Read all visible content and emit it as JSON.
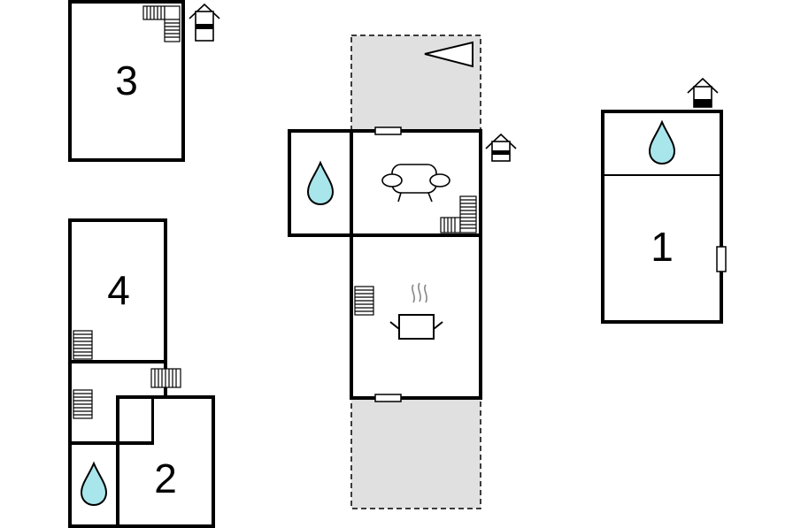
{
  "rooms": {
    "room_1": {
      "label": "1"
    },
    "room_2": {
      "label": "2"
    },
    "room_3": {
      "label": "3"
    },
    "room_4": {
      "label": "4"
    }
  },
  "icons": {
    "water": "water-drop-icon",
    "stove": "cooking-pot-icon",
    "sofa": "sofa-icon",
    "house": "house-entrance-icon",
    "stairs": "staircase-icon",
    "window": "window-icon",
    "terrace": "terrace-area",
    "north": "direction-triangle-icon"
  },
  "colors": {
    "terrace_fill": "#e0e0e0",
    "water_fill": "#a8e6ec",
    "wall": "#000000"
  }
}
